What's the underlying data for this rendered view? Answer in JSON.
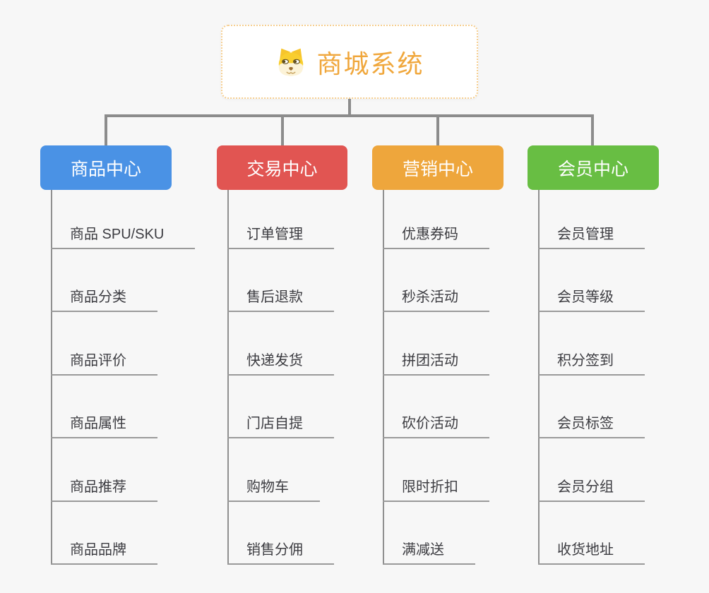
{
  "canvas": {
    "background": "#f7f7f7"
  },
  "root": {
    "label": "商城系统",
    "icon": "dog-icon",
    "text_color": "#f0a73c",
    "border_color": "#f6ce8f",
    "background": "#ffffff"
  },
  "connectors": {
    "color": "#8c8c8c"
  },
  "child_style": {
    "line_color": "#9a9a9a",
    "text_color": "#3c3c41"
  },
  "branches": [
    {
      "label": "商品中心",
      "color": "#4a92e5",
      "children": [
        "商品 SPU/SKU",
        "商品分类",
        "商品评价",
        "商品属性",
        "商品推荐",
        "商品品牌"
      ]
    },
    {
      "label": "交易中心",
      "color": "#e15552",
      "children": [
        "订单管理",
        "售后退款",
        "快递发货",
        "门店自提",
        "购物车",
        "销售分佣"
      ]
    },
    {
      "label": "营销中心",
      "color": "#eea63c",
      "children": [
        "优惠券码",
        "秒杀活动",
        "拼团活动",
        "砍价活动",
        "限时折扣",
        "满减送"
      ]
    },
    {
      "label": "会员中心",
      "color": "#68be43",
      "children": [
        "会员管理",
        "会员等级",
        "积分签到",
        "会员标签",
        "会员分组",
        "收货地址"
      ]
    }
  ]
}
